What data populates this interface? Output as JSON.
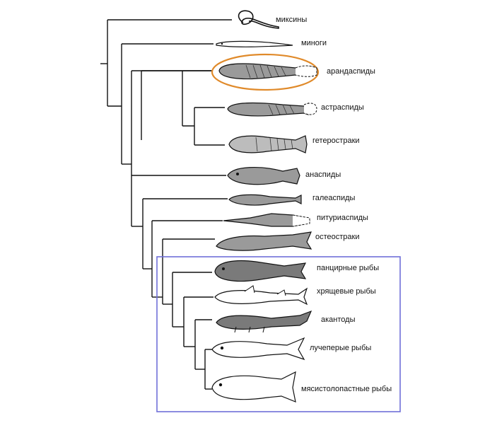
{
  "taxa": [
    {
      "label": "миксины",
      "icon": "hagfish-icon"
    },
    {
      "label": "миноги",
      "icon": "lamprey-icon"
    },
    {
      "label": "арандаспиды",
      "icon": "arandaspid-icon"
    },
    {
      "label": "астраспиды",
      "icon": "astraspid-icon"
    },
    {
      "label": "гетеростраки",
      "icon": "heterostracan-icon"
    },
    {
      "label": "анаспиды",
      "icon": "anaspid-icon"
    },
    {
      "label": "галеаспиды",
      "icon": "galeaspid-icon"
    },
    {
      "label": "питуриаспиды",
      "icon": "pituriaspid-icon"
    },
    {
      "label": "остеостраки",
      "icon": "osteostracan-icon"
    },
    {
      "label": "панцирные рыбы",
      "icon": "placoderm-icon"
    },
    {
      "label": "хрящевые рыбы",
      "icon": "shark-icon"
    },
    {
      "label": "акантоды",
      "icon": "acanthodian-icon"
    },
    {
      "label": "лучеперые рыбы",
      "icon": "ray-finned-fish-icon"
    },
    {
      "label": "мясистолопастные рыбы",
      "icon": "coelacanth-icon"
    }
  ],
  "highlights": {
    "arandaspid_color": "#e08a2a",
    "gnathostome_box_color": "#6f6fd8"
  }
}
